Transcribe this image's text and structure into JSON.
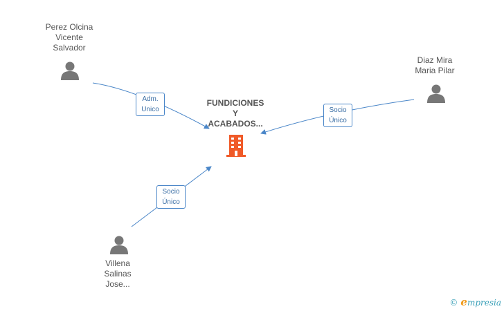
{
  "company": {
    "name_lines": [
      "FUNDICIONES",
      "Y",
      "ACABADOS..."
    ],
    "icon": "building-icon",
    "icon_color": "#f05a28"
  },
  "people": [
    {
      "id": "perez",
      "name_lines": [
        "Perez Olcina",
        "Vicente",
        "Salvador"
      ],
      "icon": "person-icon"
    },
    {
      "id": "diaz",
      "name_lines": [
        "Diaz Mira",
        "Maria Pilar"
      ],
      "icon": "person-icon"
    },
    {
      "id": "villena",
      "name_lines": [
        "Villena",
        "Salinas",
        "Jose..."
      ],
      "icon": "person-icon"
    }
  ],
  "relations": [
    {
      "from": "perez",
      "label_lines": [
        "Adm.",
        "Unico"
      ]
    },
    {
      "from": "diaz",
      "label_lines": [
        "Socio",
        "Único"
      ]
    },
    {
      "from": "villena",
      "label_lines": [
        "Socio",
        "Único"
      ]
    }
  ],
  "colors": {
    "edge": "#4a86c8",
    "person": "#777777",
    "label_text": "#555555"
  },
  "watermark": {
    "copyright": "©",
    "brand_initial": "e",
    "brand_rest": "mpresia"
  }
}
